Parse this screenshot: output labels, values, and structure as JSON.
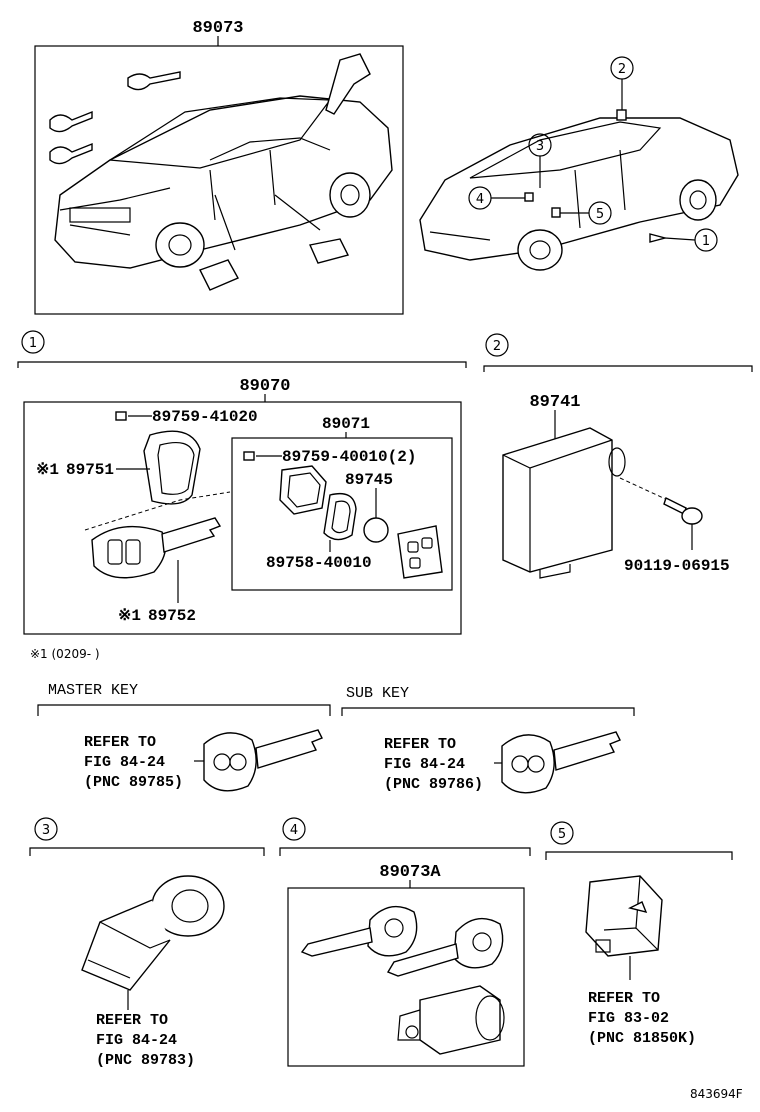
{
  "top": {
    "kit_number": "89073",
    "callouts": [
      "1",
      "2",
      "3",
      "4",
      "5"
    ]
  },
  "section1": {
    "index": "1",
    "assembly": "89070",
    "screw_top": "89759-41020",
    "mark1": "※1",
    "housing": "89751",
    "key_blank": "89752",
    "subassy": "89071",
    "screw_sub": "89759-40010(2)",
    "battery": "89745",
    "gasket": "89758-40010",
    "footnote": "※1 (0209-        )"
  },
  "section2": {
    "index": "2",
    "receiver": "89741",
    "bolt": "90119-06915"
  },
  "master_key": {
    "title": "MASTER KEY",
    "line1": "REFER TO",
    "line2": "FIG 84-24",
    "line3": "(PNC 89785)"
  },
  "sub_key": {
    "title": "SUB KEY",
    "line1": "REFER TO",
    "line2": "FIG 84-24",
    "line3": "(PNC 89786)"
  },
  "section3": {
    "index": "3",
    "line1": "REFER TO",
    "line2": "FIG 84-24",
    "line3": "(PNC 89783)"
  },
  "section4": {
    "index": "4",
    "assembly": "89073A"
  },
  "section5": {
    "index": "5",
    "line1": "REFER TO",
    "line2": "FIG 83-02",
    "line3": "(PNC 81850K)"
  },
  "illustration_code": "843694F"
}
